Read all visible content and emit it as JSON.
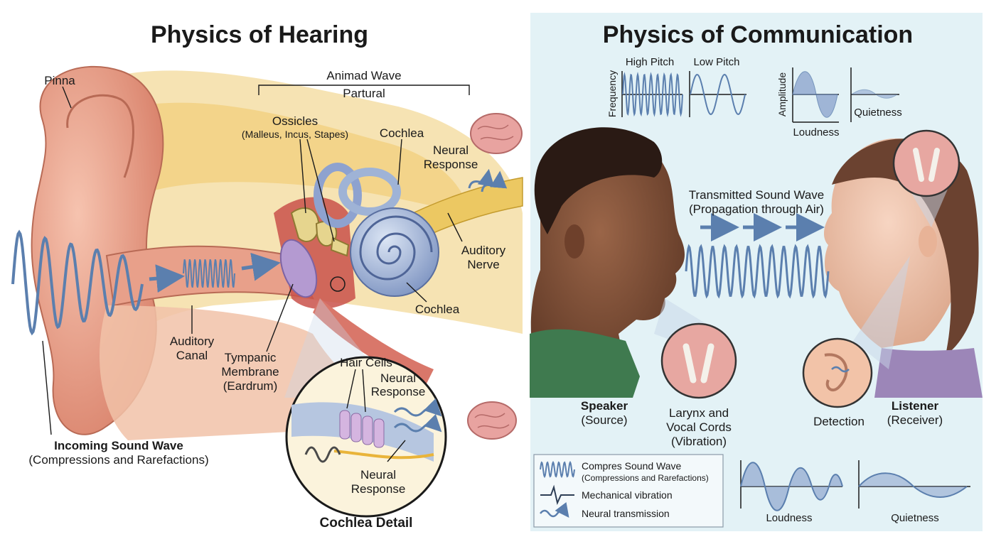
{
  "left_panel": {
    "title": "Physics of Hearing",
    "labels": {
      "pinna": "Pinna",
      "bracket_line1": "Animad Wave",
      "bracket_line2": "Partural",
      "ossicles": "Ossicles",
      "ossicles_sub": "(Malleus, Incus, Stapes)",
      "cochlea_top": "Cochlea",
      "neural_response_1": "Neural",
      "neural_response_2": "Response",
      "auditory_nerve_1": "Auditory",
      "auditory_nerve_2": "Nerve",
      "cochlea_lower": "Cochlea",
      "auditory_canal_1": "Auditory",
      "auditory_canal_2": "Canal",
      "tympanic_1": "Tympanic",
      "tympanic_2": "Membrane",
      "tympanic_3": "(Eardrum)",
      "incoming_1": "Incoming Sound Wave",
      "incoming_2": "(Compressions and Rarefactions)"
    },
    "detail": {
      "title": "Cochlea Detail",
      "hair_cells": "Hair Cells",
      "neural_response_a_1": "Neural",
      "neural_response_a_2": "Response",
      "neural_response_b_1": "Neural",
      "neural_response_b_2": "Response"
    }
  },
  "right_panel": {
    "title": "Physics of Communication",
    "pitch": {
      "high": "High Pitch",
      "low": "Low Pitch",
      "axis": "Frequency"
    },
    "amplitude": {
      "axis": "Amplitude",
      "loudness": "Loudness",
      "quietness": "Quietness"
    },
    "transmitted_1": "Transmitted Sound Wave",
    "transmitted_2": "(Propagation through Air)",
    "speaker_1": "Speaker",
    "speaker_2": "(Source)",
    "larynx_1": "Larynx and",
    "larynx_2": "Vocal Cords",
    "larynx_3": "(Vibration)",
    "detection": "Detection",
    "listener_1": "Listener",
    "listener_2": "(Receiver)",
    "legend": {
      "item1_1": "Compres Sound Wave",
      "item1_2": "(Compressions and Rarefactions)",
      "item2": "Mechanical vibration",
      "item3": "Neural transmission"
    },
    "bottom_loudness": "Loudness",
    "bottom_quietness": "Quietness"
  },
  "colors": {
    "right_bg": "#e3f2f6",
    "wave_blue": "#5b7fae",
    "skin_ear": "#e8a08a",
    "bone_yellow": "#f3d98a",
    "cochlea_blue": "#9fb3d6",
    "nerve_yellow": "#e9c45a",
    "brain_pink": "#e8a3a0"
  }
}
